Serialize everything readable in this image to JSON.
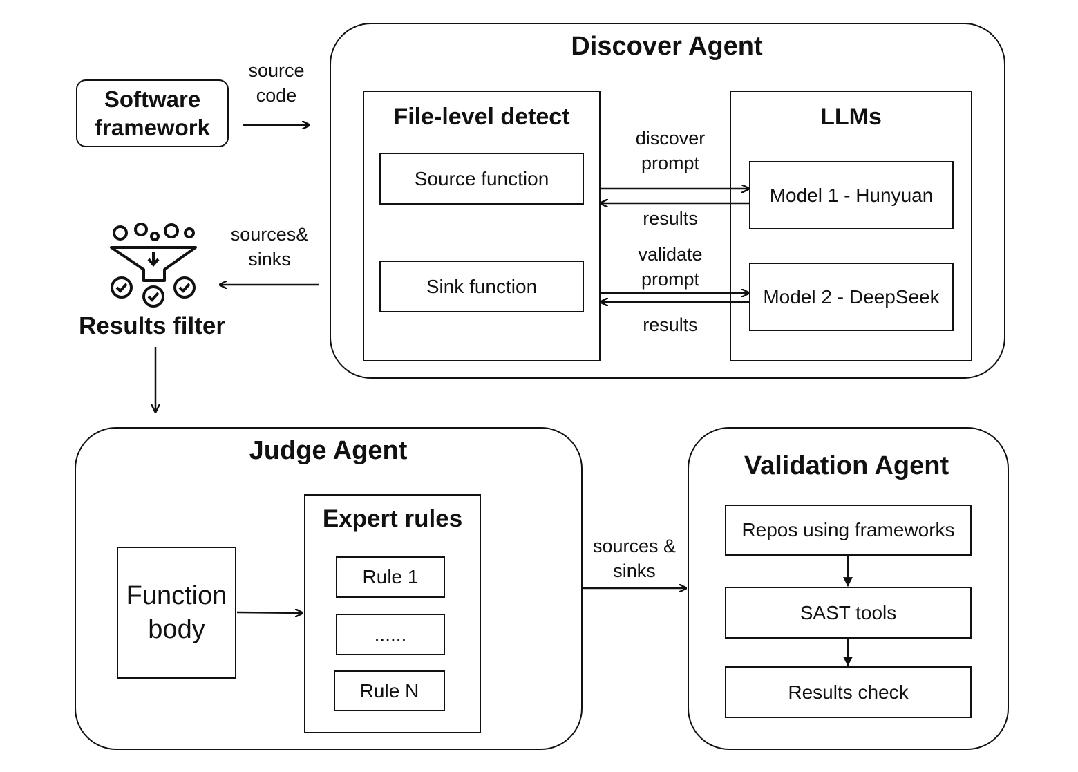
{
  "software_framework": {
    "line1": "Software",
    "line2": "framework"
  },
  "edges": {
    "source_code": {
      "line1": "source",
      "line2": "code"
    },
    "sources_sinks_to_filter": {
      "line1": "sources&",
      "line2": "sinks"
    },
    "discover_prompt": {
      "line1": "discover",
      "line2": "prompt"
    },
    "results_top": "results",
    "validate_prompt": {
      "line1": "validate",
      "line2": "prompt"
    },
    "results_bottom": "results",
    "sources_sinks_to_validation": {
      "line1": "sources &",
      "line2": "sinks"
    }
  },
  "discover_agent": {
    "title": "Discover Agent",
    "file_level": {
      "title": "File-level detect",
      "source": "Source function",
      "sink": "Sink function"
    },
    "llms": {
      "title": "LLMs",
      "model1": "Model 1 - Hunyuan",
      "model2": "Model 2 - DeepSeek"
    }
  },
  "results_filter": {
    "label": "Results filter",
    "icon": "funnel-filter-icon"
  },
  "judge_agent": {
    "title": "Judge Agent",
    "function_body": {
      "line1": "Function",
      "line2": "body"
    },
    "expert_rules": {
      "title": "Expert rules",
      "rules": [
        "Rule 1",
        "......",
        "Rule N"
      ]
    }
  },
  "validation_agent": {
    "title": "Validation Agent",
    "steps": [
      "Repos using frameworks",
      "SAST tools",
      "Results check"
    ]
  }
}
